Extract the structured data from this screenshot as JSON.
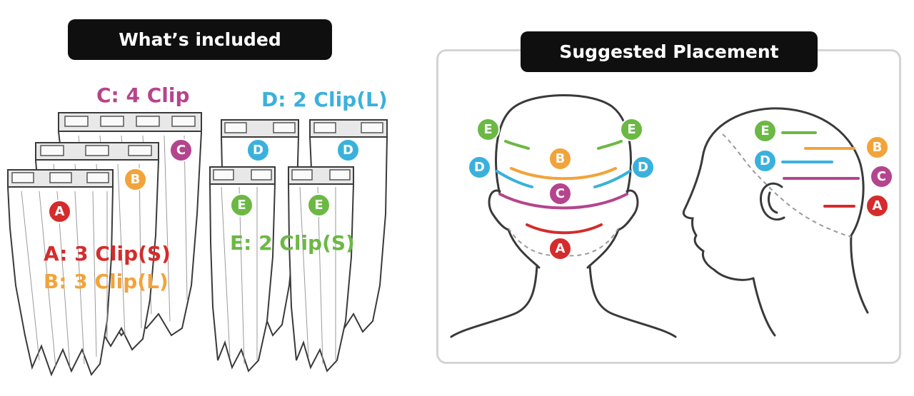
{
  "included": {
    "title": "What’s included",
    "labels": {
      "a": "A: 3 Clip(S)",
      "b": "B: 3 Clip(L)",
      "c": "C: 4 Clip",
      "d": "D: 2 Clip(L)",
      "e": "E: 2 Clip(S)"
    },
    "badges": {
      "a": "A",
      "b": "B",
      "c": "C",
      "d": "D",
      "e": "E"
    }
  },
  "placement": {
    "title": "Suggested Placement",
    "badges": {
      "a": "A",
      "b": "B",
      "c": "C",
      "d": "D",
      "e": "E"
    }
  },
  "colors": {
    "a": "#d42c2c",
    "b": "#f2a33a",
    "c": "#b5448e",
    "d": "#3ab1dc",
    "e": "#6cb845",
    "outline": "#3a3a3a",
    "panel_border": "#d4d4d4",
    "pill_bg": "#0f0f0f"
  }
}
